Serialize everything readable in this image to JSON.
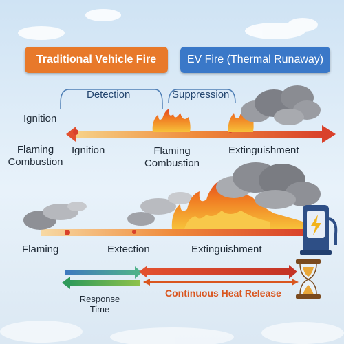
{
  "headers": {
    "traditional": "Traditional Vehicle Fire",
    "ev": "EV Fire (Thermal Runaway)"
  },
  "traditional_timeline": {
    "bracket_detection": "Detection",
    "bracket_suppression": "Suppression",
    "side_ignition": "Ignition",
    "side_flaming_combustion": "Flaming Combustion",
    "ignition": "Ignition",
    "flaming_combustion": "Flaming Combustion",
    "extinguishment": "Extinguishment"
  },
  "ev_timeline": {
    "flaming": "Flaming",
    "extection": "Extection",
    "extinguishment": "Extinguishment"
  },
  "legend": {
    "response_time": "Response Time",
    "continuous_heat_release": "Continuous Heat Release"
  },
  "colors": {
    "traditional_header": "#e8792a",
    "ev_header": "#3a78c8",
    "timeline_red": "#d9412b",
    "heat_text": "#d9561f"
  },
  "icons": [
    "ev-charger-icon",
    "hourglass-icon",
    "flame-icon",
    "smoke-icon"
  ]
}
